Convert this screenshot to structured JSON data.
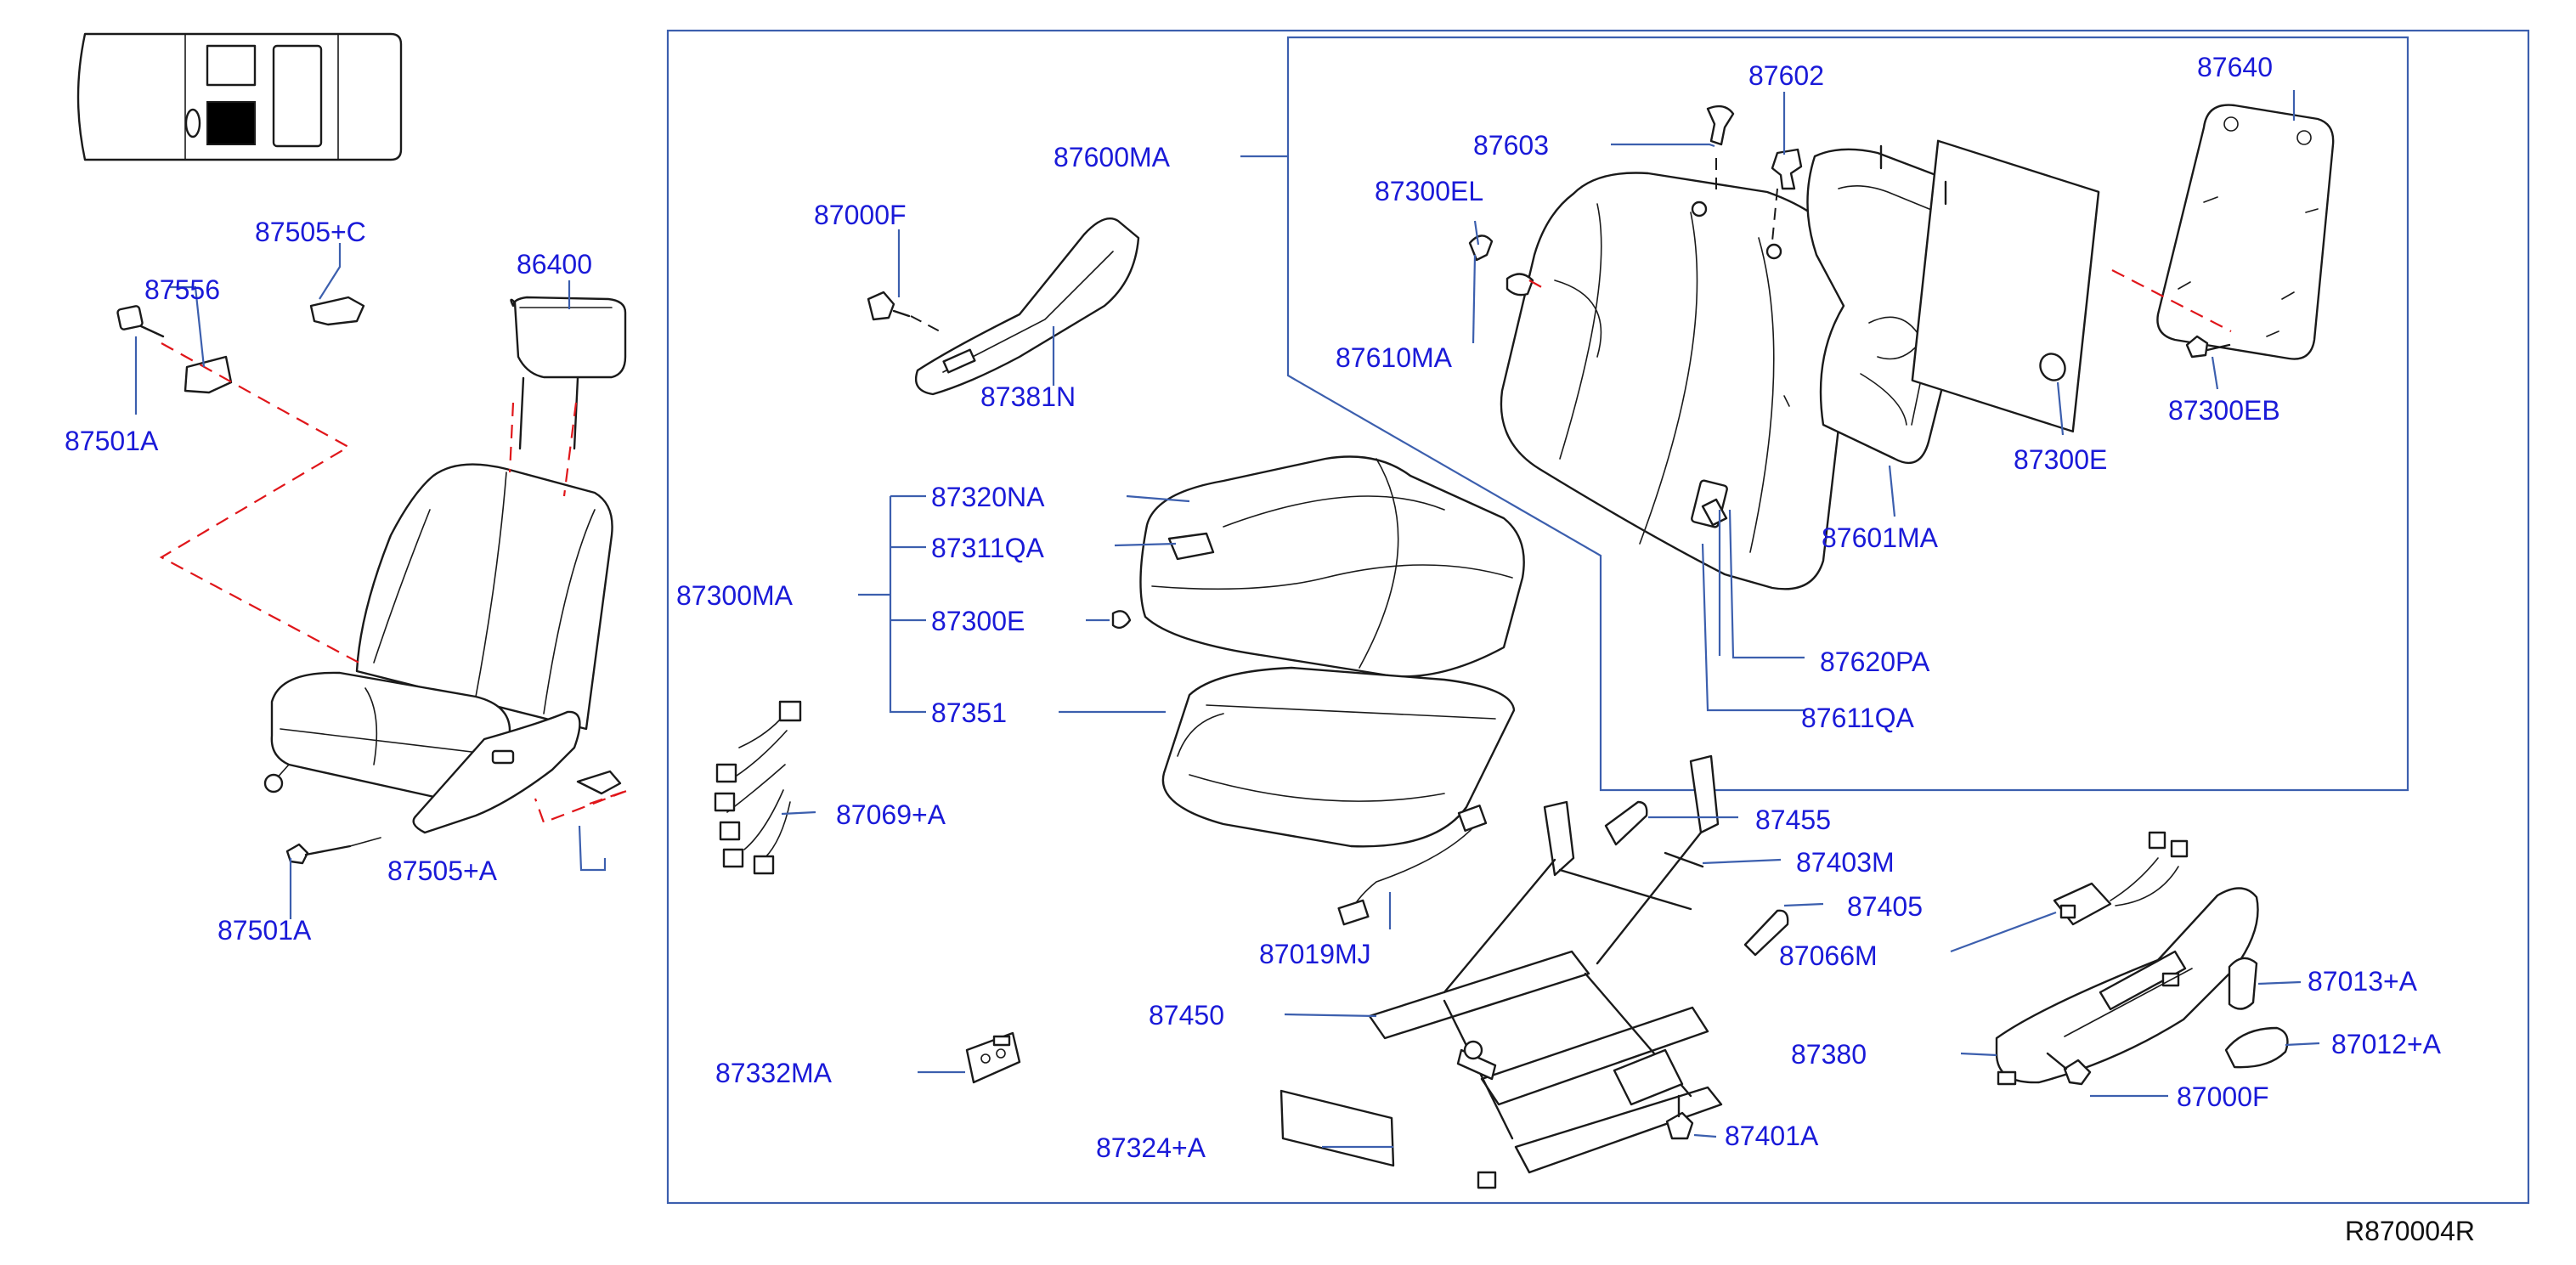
{
  "diagram": {
    "reference_code": "R870004R",
    "colors": {
      "label": "#1a1ad8",
      "leader_line": "#3c5fae",
      "dashed_guide": "#e0161a",
      "part_outline": "#1a1a1a"
    },
    "locator_icon": "car-top-view-seat-locator-icon",
    "part_labels": {
      "p87505_c": "87505+C",
      "p86400": "86400",
      "p87556": "87556",
      "p87501a_top": "87501A",
      "p87505_a": "87505+A",
      "p87501a_bottom": "87501A",
      "p87600ma": "87600MA",
      "p87000f_top": "87000F",
      "p87381n": "87381N",
      "p87603": "87603",
      "p87602": "87602",
      "p87640": "87640",
      "p87300el": "87300EL",
      "p87610ma": "87610MA",
      "p87300e_right": "87300E",
      "p87300eb": "87300EB",
      "p87601ma": "87601MA",
      "p87320na": "87320NA",
      "p87311qa": "87311QA",
      "p87300ma": "87300MA",
      "p87300e_left": "87300E",
      "p87351": "87351",
      "p87620pa": "87620PA",
      "p87611qa": "87611QA",
      "p87069_a": "87069+A",
      "p87455": "87455",
      "p87403m": "87403M",
      "p87405": "87405",
      "p87066m": "87066M",
      "p87019mj": "87019MJ",
      "p87450": "87450",
      "p87013_a": "87013+A",
      "p87012_a": "87012+A",
      "p87380": "87380",
      "p87332ma": "87332MA",
      "p87000f_bottom": "87000F",
      "p87324_a": "87324+A",
      "p87401a": "87401A"
    }
  }
}
